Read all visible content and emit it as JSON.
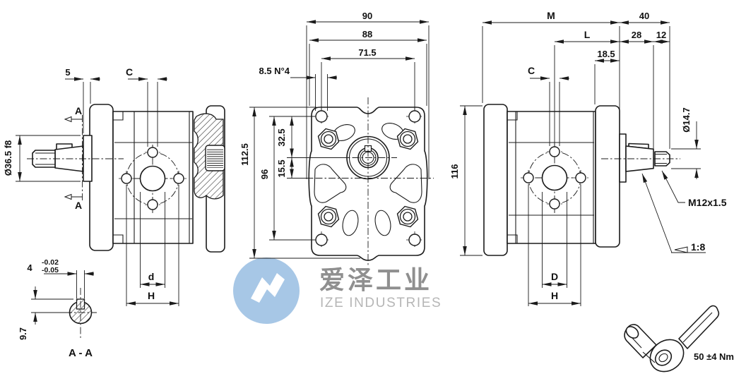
{
  "watermark": {
    "cn": "爱泽工业",
    "en": "IZE INDUSTRIES"
  },
  "colors": {
    "line": "#1b1b1b",
    "logo_blue": "#a7c7e6",
    "wm_text_cn": "#8f8f8f",
    "wm_text_en": "#b6b6b6"
  },
  "left_view": {
    "dim_5": "5",
    "dim_c": "C",
    "section_top": "A",
    "section_bottom": "A",
    "front_dia": "Ø36.5 f8",
    "port": "d",
    "bolts": "H"
  },
  "front_view": {
    "w_overall": "90",
    "w_flange": "88",
    "w_holes": "71.5",
    "hole_spec": "8.5 N°4",
    "h_overall": "112.5",
    "h_holes": "96",
    "h_upper": "32.5",
    "h_lower": "15.5"
  },
  "right_view": {
    "len_m": "M",
    "len_l": "L",
    "len_40": "40",
    "len_28": "28",
    "len_12": "12",
    "len_18_5": "18.5",
    "dim_c": "C",
    "h_overall": "116",
    "shaft_dia": "Ø14.7",
    "thread": "M12x1.5",
    "taper": "1:8",
    "port": "D",
    "bolts": "H"
  },
  "section_aa": {
    "label": "A - A",
    "key_width": "4",
    "tol_upper": "-0.02",
    "tol_lower": "-0.05",
    "key_height": "9.7"
  },
  "torque_note": "50 ±4 Nm"
}
